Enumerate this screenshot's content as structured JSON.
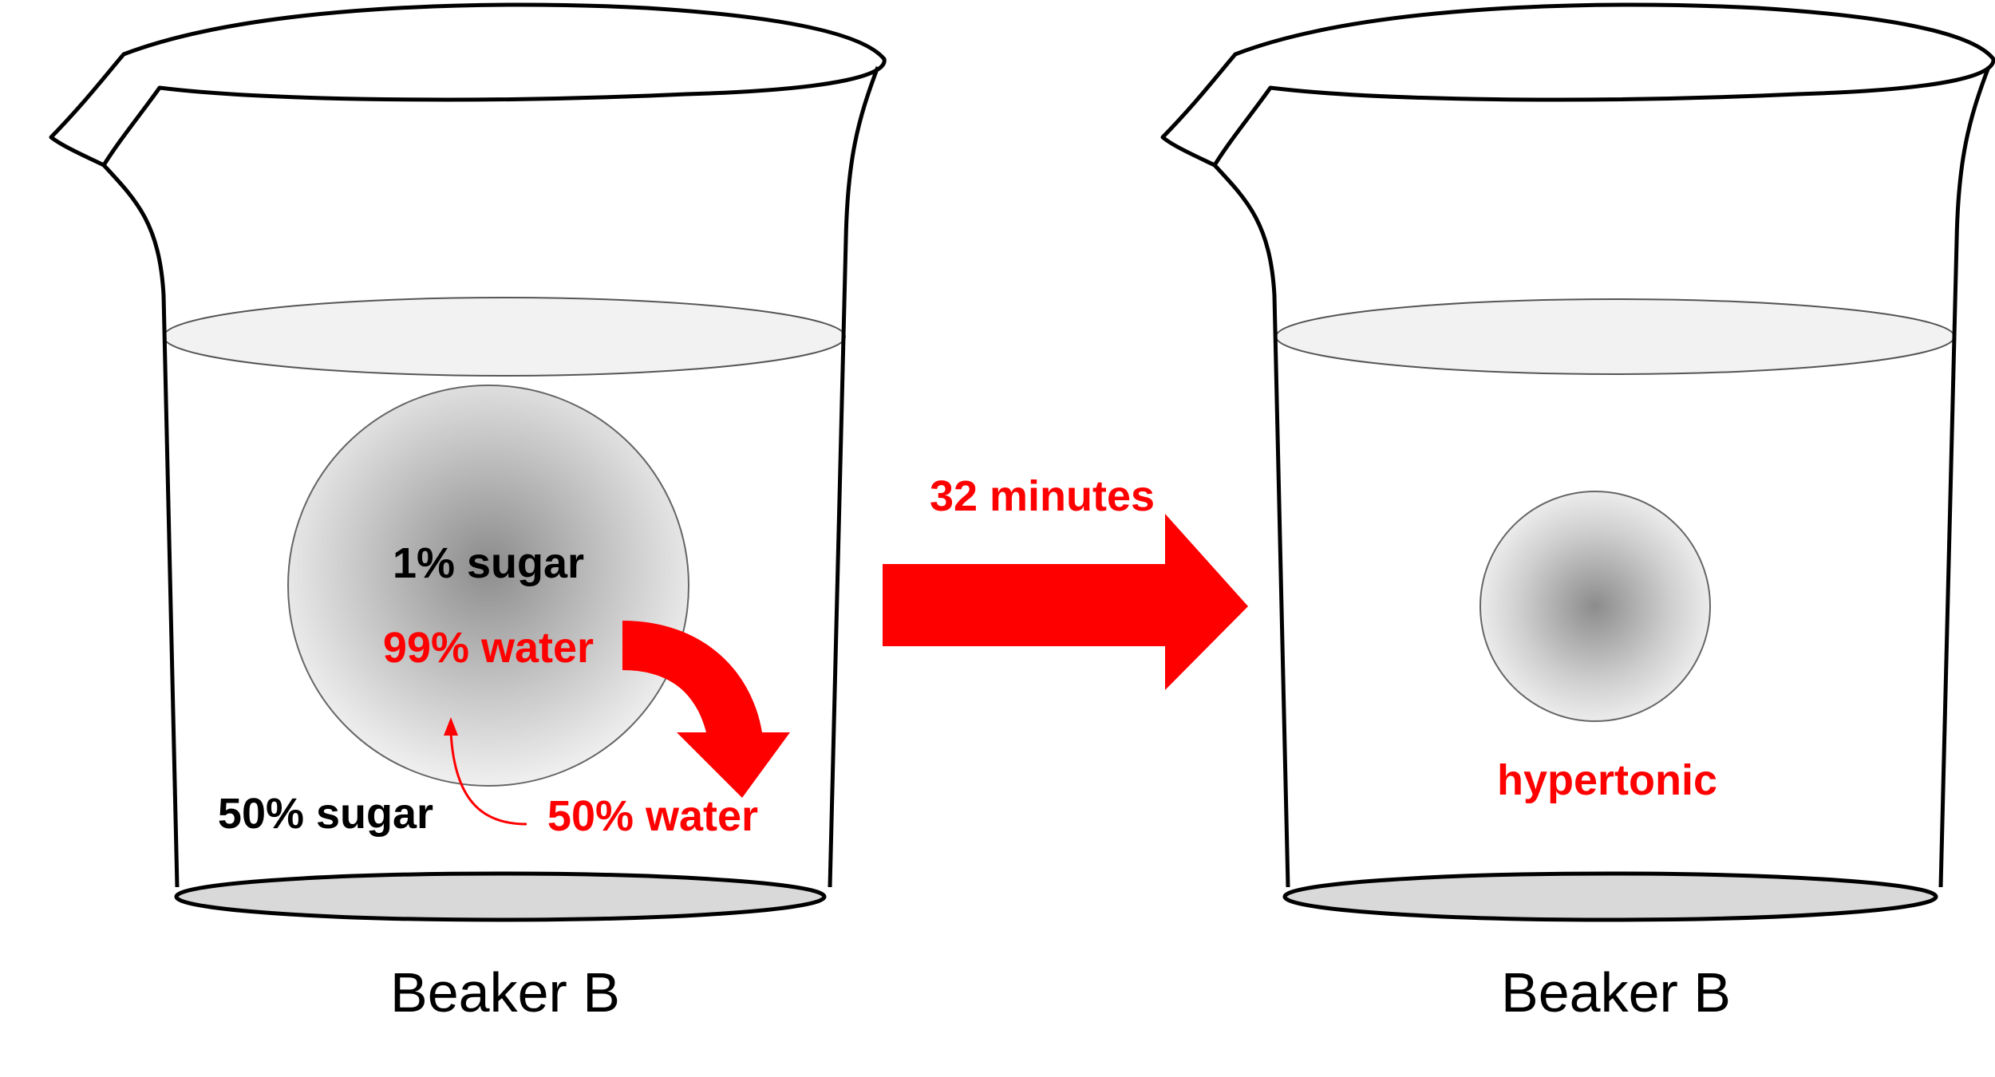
{
  "colors": {
    "accent_red": "#ff0000",
    "outline": "#000000",
    "beaker_base": "#d9d9d9",
    "water_surface": "#f2f2f2",
    "cell_center": "#8c8c8c",
    "cell_edge": "#f0f0f0"
  },
  "left_beaker": {
    "caption": "Beaker B",
    "cell_inside_sugar": "1% sugar",
    "cell_inside_water": "99% water",
    "solution_sugar": "50% sugar",
    "solution_water": "50% water"
  },
  "transition": {
    "time_label": "32 minutes"
  },
  "right_beaker": {
    "caption": "Beaker B",
    "solution_label": "hypertonic"
  }
}
